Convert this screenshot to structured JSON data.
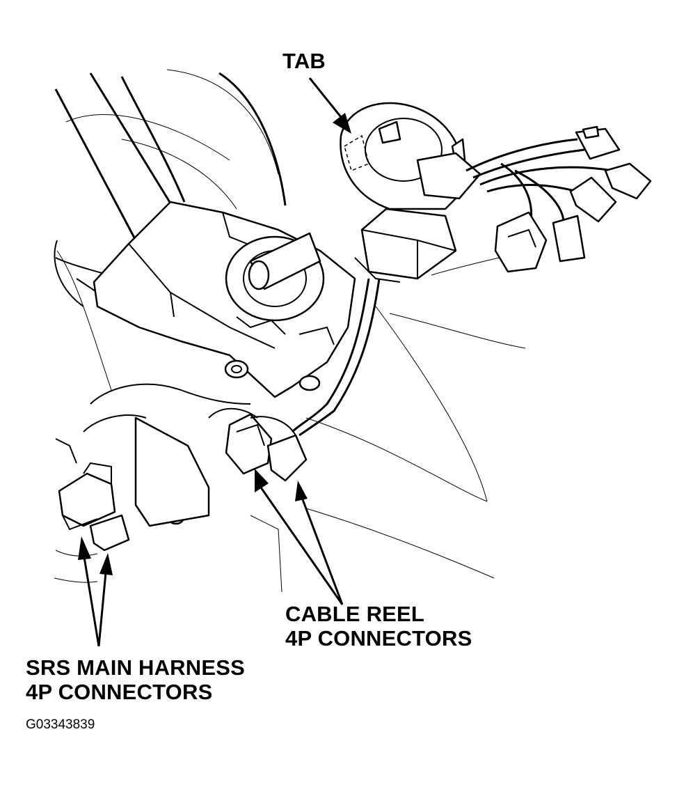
{
  "labels": {
    "tab": "TAB",
    "cable_reel": [
      "CABLE REEL",
      "4P CONNECTORS"
    ],
    "srs_main": [
      "SRS MAIN HARNESS",
      "4P CONNECTORS"
    ],
    "figure_id": "G03343839"
  },
  "colors": {
    "ink": "#000000",
    "paper": "#ffffff"
  }
}
